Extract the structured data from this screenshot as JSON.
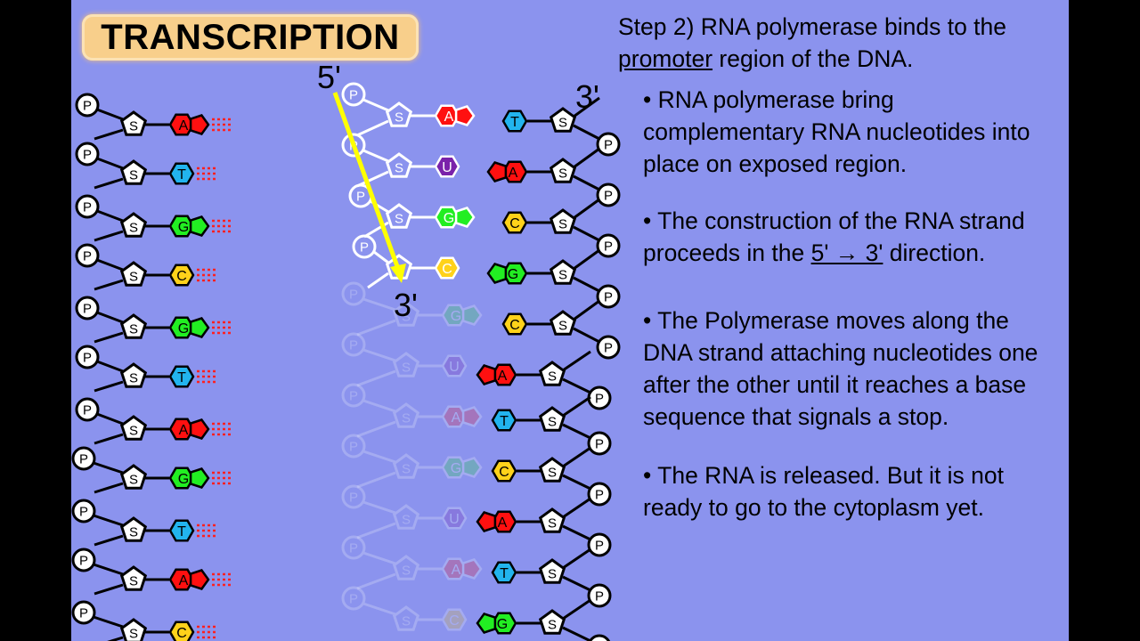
{
  "title": "TRANSCRIPTION",
  "labels": {
    "five_prime": "5'",
    "three_prime_top": "3'",
    "three_prime_arrow": "3'"
  },
  "step": {
    "prefix": "Step 2)  RNA polymerase binds to the ",
    "promoter": "promoter",
    "suffix": " region of the DNA."
  },
  "bullets": [
    {
      "text": "•  RNA polymerase bring complementary RNA nucleotides into place on exposed region."
    },
    {
      "prefix": "•  The construction of the RNA strand proceeds in the ",
      "direction": "5' → 3'",
      "suffix": " direction."
    },
    {
      "text": "•  The Polymerase moves along the DNA strand attaching nucleotides one after the other until it reaches a base sequence that signals a stop."
    },
    {
      "text": "•  The RNA is released.  But it is not ready to go to the cytoplasm yet."
    }
  ],
  "node_letters": {
    "phosphate": "P",
    "sugar": "S"
  },
  "left_strand": [
    "A",
    "T",
    "G",
    "C",
    "G",
    "T",
    "A",
    "G",
    "T",
    "A",
    "C"
  ],
  "right_strand": [
    "T",
    "A",
    "C",
    "G",
    "C",
    "A",
    "T",
    "C",
    "A",
    "T",
    "G"
  ],
  "rna_strand": [
    "A",
    "U",
    "G",
    "C",
    "G",
    "U",
    "A",
    "G",
    "U",
    "A",
    "C"
  ],
  "rna_built_count": 4,
  "colors": {
    "A": "#ff1010",
    "T": "#22b4ee",
    "G": "#22ee22",
    "C": "#ffd21a",
    "U": "#7a22aa",
    "background": "#8b93ee",
    "title_box": "#f8cf8b",
    "arrow": "#ffff00"
  }
}
